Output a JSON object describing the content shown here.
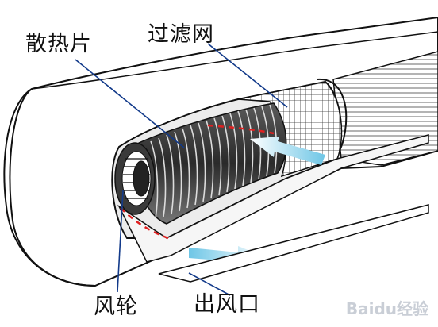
{
  "labels": {
    "heatsink": "散热片",
    "filter": "过滤网",
    "fan": "风轮",
    "outlet": "出风口"
  },
  "watermark": "Baidu经验",
  "colors": {
    "airflow_arrow": "#6ec6e6",
    "dashed_line": "#e02020",
    "outline": "#111111"
  }
}
